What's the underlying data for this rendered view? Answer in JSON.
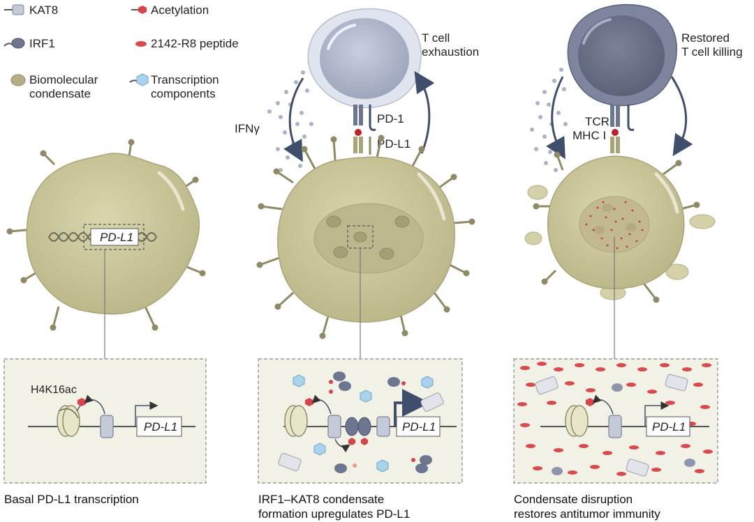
{
  "legend": {
    "kat8": "KAT8",
    "irf1": "IRF1",
    "condensate_line1": "Biomolecular",
    "condensate_line2": "condensate",
    "acetylation": "Acetylation",
    "peptide": "2142-R8 peptide",
    "transcription_line1": "Transcription",
    "transcription_line2": "components"
  },
  "panel1": {
    "gene_label": "PD-L1",
    "mark_label": "H4K16ac",
    "promoter_label": "PD-L1",
    "caption": "Basal PD-L1 transcription"
  },
  "panel2": {
    "tcell_line1": "T cell",
    "tcell_line2": "exhaustion",
    "ifn_label": "IFNγ",
    "pd1_label": "PD-1",
    "pdl1_label": "PD-L1",
    "promoter_label": "PD-L1",
    "caption_line1": "IRF1–KAT8 condensate",
    "caption_line2": "formation upregulates PD-L1"
  },
  "panel3": {
    "tcell_line1": "Restored",
    "tcell_line2": "T cell killing",
    "tcr_label": "TCR",
    "mhc_label": "MHC I",
    "promoter_label": "PD-L1",
    "caption_line1": "Condensate disruption",
    "caption_line2": "restores antitumor immunity"
  },
  "colors": {
    "tumor": "#cfcc9e",
    "tumor_stroke": "#a9a57a",
    "tcell_light": "#dfe4ee",
    "tcell_dark": "#8d95ac",
    "kat8": "#c4cad8",
    "irf1": "#6c7690",
    "acetyl": "#d9434b",
    "peptide": "#d94a4f",
    "transcription": "#a9d3ec",
    "arrow": "#3f4f6b",
    "box_bg": "#f2f1e6"
  }
}
